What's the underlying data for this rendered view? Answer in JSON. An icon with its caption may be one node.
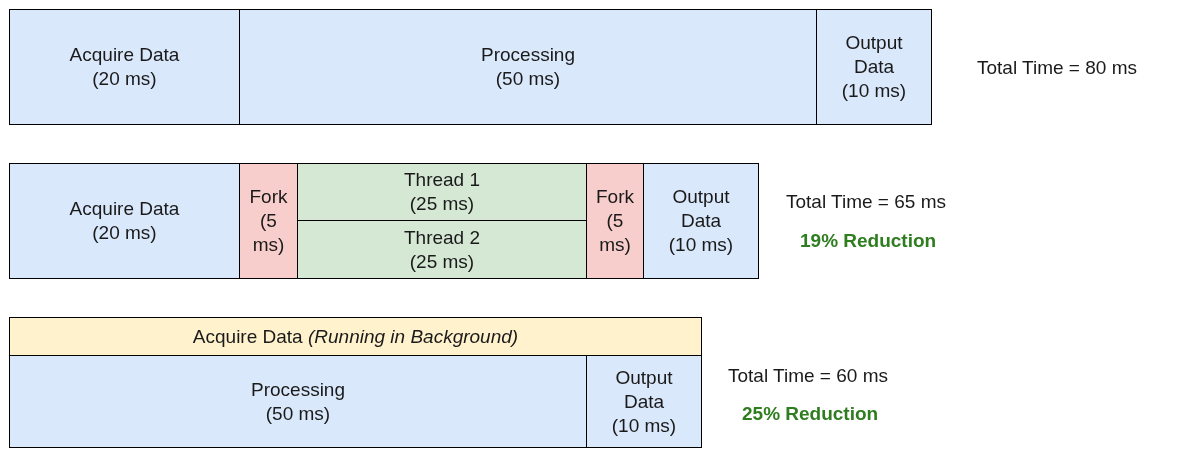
{
  "diagram": {
    "nodes": [
      {
        "text": [
          "Acquire Data",
          "(20 ms)"
        ]
      },
      {
        "text": [
          "Processing",
          "(50 ms)"
        ]
      },
      {
        "text": [
          "Output Data",
          "(10 ms)"
        ]
      },
      {
        "text": [
          "Acquire Data",
          "(20 ms)"
        ]
      },
      {
        "text": [
          "Fork",
          "(5 ms)"
        ]
      },
      {
        "text": [
          "Thread 1",
          "(25 ms)"
        ]
      },
      {
        "text": [
          "Thread 2",
          "(25 ms)"
        ]
      },
      {
        "text": [
          "Fork",
          "(5 ms)"
        ]
      },
      {
        "text": [
          "Output Data",
          "(10 ms)"
        ]
      },
      {
        "text": [
          "Acquire Data *(Running in Background)*"
        ]
      },
      {
        "text": [
          "Processing",
          "(50 ms)"
        ]
      },
      {
        "text": [
          "Output Data",
          "(10 ms)"
        ]
      }
    ],
    "labels": [
      "Total Time = 80 ms",
      "Total Time = 65 ms",
      "19% Reduction",
      "Total Time = 60 ms",
      "25% Reduction"
    ]
  }
}
